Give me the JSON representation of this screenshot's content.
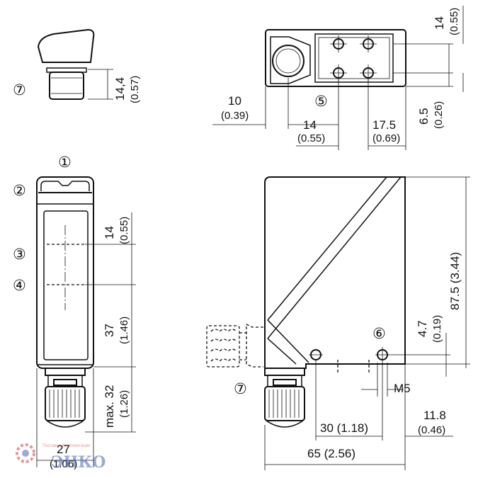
{
  "callouts": {
    "c1": "①",
    "c2": "②",
    "c3": "③",
    "c4": "④",
    "c5": "⑤",
    "c6": "⑥",
    "c7a": "⑦",
    "c7b": "⑦"
  },
  "dims": {
    "d14_4": "14,4",
    "d14_4_in": "(0.57)",
    "d14_top": "14",
    "d14_top_in": "(0.55)",
    "d10": "10",
    "d10_in": "(0.39)",
    "d14_mid": "14",
    "d14_mid_in": "(0.55)",
    "d17_5": "17.5",
    "d17_5_in": "(0.69)",
    "d6_5": "6.5",
    "d6_5_in": "(0.26)",
    "d14_front": "14",
    "d14_front_in": "(0.55)",
    "d37": "37",
    "d37_in": "(1.46)",
    "dmax32": "max. 32",
    "dmax32_in": "(1.26)",
    "d27": "27",
    "d27_in": "(1.06)",
    "d87_5": "87.5 (3.44)",
    "d4_7": "4.7",
    "d4_7_in": "(0.19)",
    "m5": "M5",
    "d11_8": "11.8",
    "d11_8_in": "(0.46)",
    "d30": "30 (1.18)",
    "d65": "65 (2.56)"
  },
  "watermark": {
    "brand": "ЭНКО",
    "tagline": "Поставки Комплектации"
  },
  "colors": {
    "line": "#111111",
    "watermark_blue": "#4a67b8",
    "watermark_red": "#d04545"
  }
}
